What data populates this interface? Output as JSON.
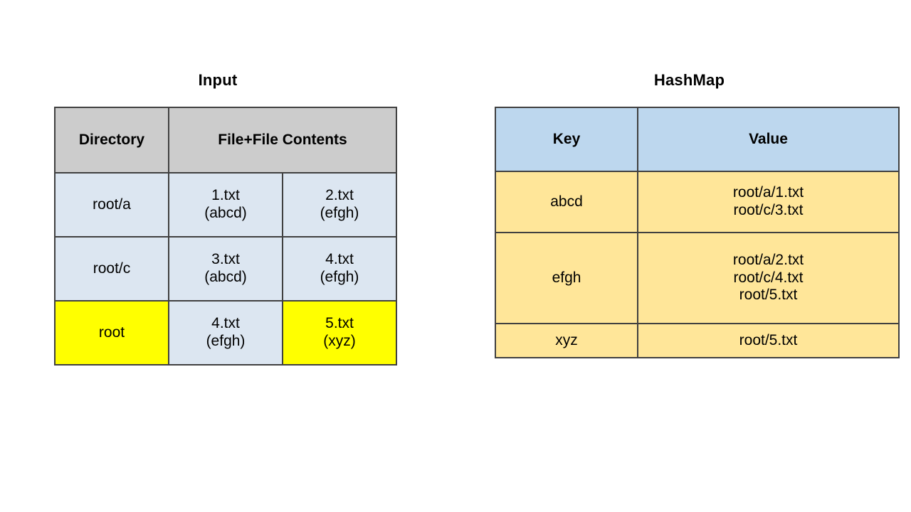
{
  "input_panel": {
    "title": "Input",
    "headers": {
      "directory": "Directory",
      "files": "File+File Contents"
    },
    "rows": [
      {
        "directory": "root/a",
        "dir_fill": "#dce6f1",
        "files": [
          {
            "name": "1.txt",
            "contents": "(abcd)",
            "fill": "#dce6f1"
          },
          {
            "name": "2.txt",
            "contents": "(efgh)",
            "fill": "#dce6f1"
          }
        ]
      },
      {
        "directory": "root/c",
        "dir_fill": "#dce6f1",
        "files": [
          {
            "name": "3.txt",
            "contents": "(abcd)",
            "fill": "#dce6f1"
          },
          {
            "name": "4.txt",
            "contents": "(efgh)",
            "fill": "#dce6f1"
          }
        ]
      },
      {
        "directory": "root",
        "dir_fill": "#ffff00",
        "files": [
          {
            "name": "4.txt",
            "contents": "(efgh)",
            "fill": "#dce6f1"
          },
          {
            "name": "5.txt",
            "contents": "(xyz)",
            "fill": "#ffff00"
          }
        ]
      }
    ]
  },
  "hashmap_panel": {
    "title": "HashMap",
    "headers": {
      "key": "Key",
      "value": "Value"
    },
    "entries": [
      {
        "key": "abcd",
        "values": [
          "root/a/1.txt",
          "root/c/3.txt"
        ]
      },
      {
        "key": "efgh",
        "values": [
          "root/a/2.txt",
          "root/c/4.txt",
          "root/5.txt"
        ]
      },
      {
        "key": "xyz",
        "values": [
          "root/5.txt"
        ]
      }
    ]
  },
  "colors": {
    "header_gray": "#cccccc",
    "cell_blue": "#dce6f1",
    "highlight_yellow": "#ffff00",
    "header_blue": "#bdd7ee",
    "cell_tan": "#ffe699",
    "border": "#404040",
    "background": "#ffffff",
    "text": "#000000"
  }
}
